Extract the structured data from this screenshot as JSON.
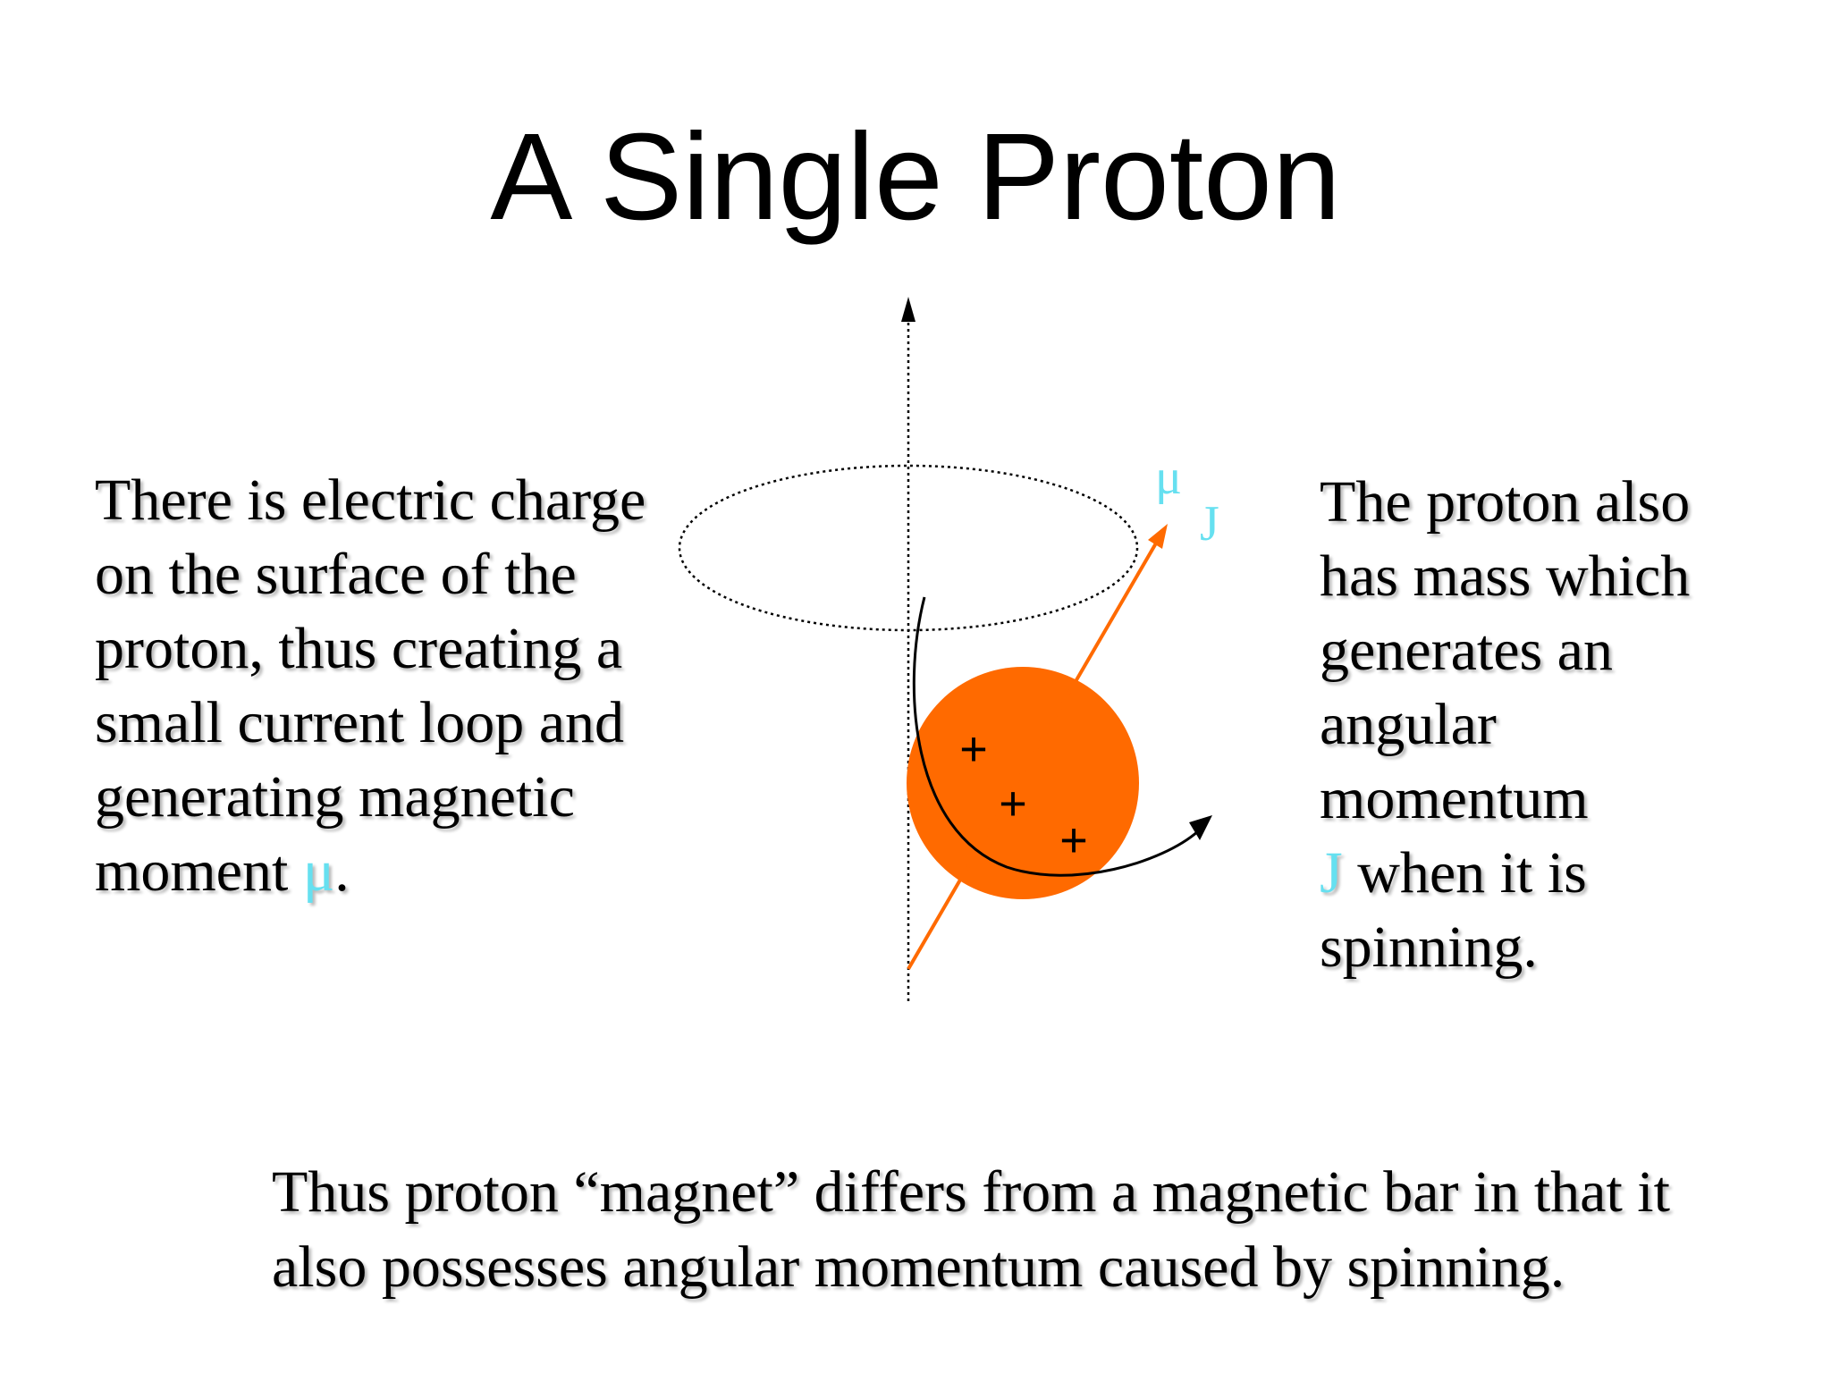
{
  "slide": {
    "title": "A Single Proton",
    "left_text": {
      "lines": [
        "There is electric charge",
        "on the surface of the",
        "proton, thus creating a",
        "small current loop and",
        "generating magnetic"
      ],
      "last_line_prefix": "moment ",
      "last_line_symbol": "μ",
      "last_line_suffix": "."
    },
    "right_text": {
      "lines": [
        "The proton also",
        "has mass which",
        "generates an",
        "angular",
        "momentum"
      ],
      "symbol_line_symbol": "J",
      "symbol_line_suffix": " when it is",
      "final_line": "spinning."
    },
    "bottom_text": {
      "lines": [
        "Thus proton “magnet” differs from a magnetic bar in that it",
        "also possesses angular momentum caused by spinning."
      ]
    }
  },
  "diagram": {
    "vector_labels": {
      "mu": "μ",
      "j": "J"
    },
    "charges": [
      "+",
      "+",
      "+"
    ],
    "colors": {
      "proton": "#ff6a00",
      "spin_axis": "#ff6a00",
      "symbol": "#66e0f0",
      "axis": "#000000",
      "loop": "#000000"
    }
  }
}
